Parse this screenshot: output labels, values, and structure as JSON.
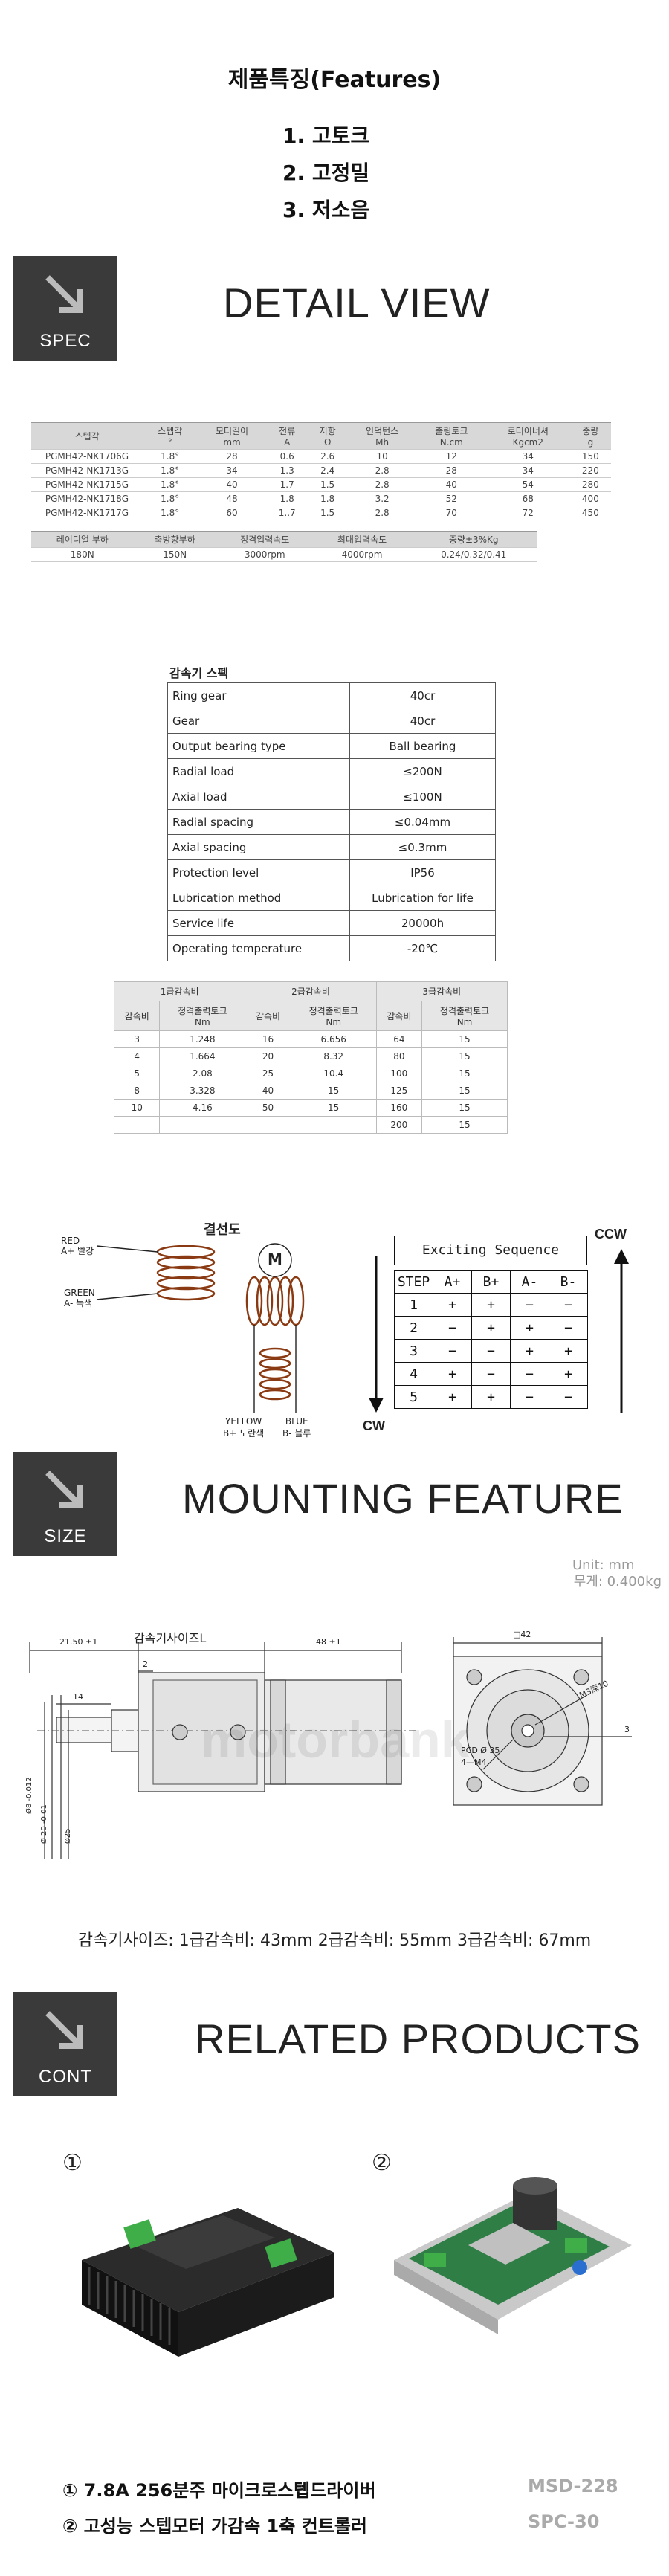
{
  "features": {
    "title": "제품특징(Features)",
    "items": [
      "1. 고토크",
      "2. 고정밀",
      "3. 저소음"
    ]
  },
  "detail": {
    "tag": "SPEC",
    "title": "DETAIL VIEW"
  },
  "spec_table": {
    "headers": [
      [
        "스텝각",
        ""
      ],
      [
        "스텝각",
        "°"
      ],
      [
        "모터길이",
        "mm"
      ],
      [
        "전류",
        "A"
      ],
      [
        "저항",
        "Ω"
      ],
      [
        "인덕턴스",
        "Mh"
      ],
      [
        "출링토크",
        "N.cm"
      ],
      [
        "로터이너셔",
        "Kgcm2"
      ],
      [
        "중량",
        "g"
      ]
    ],
    "rows": [
      [
        "PGMH42-NK1706G",
        "1.8°",
        "28",
        "0.6",
        "2.6",
        "10",
        "12",
        "34",
        "150"
      ],
      [
        "PGMH42-NK1713G",
        "1.8°",
        "34",
        "1.3",
        "2.4",
        "2.8",
        "28",
        "34",
        "220"
      ],
      [
        "PGMH42-NK1715G",
        "1.8°",
        "40",
        "1.7",
        "1.5",
        "2.8",
        "40",
        "54",
        "280"
      ],
      [
        "PGMH42-NK1718G",
        "1.8°",
        "48",
        "1.8",
        "1.8",
        "3.2",
        "52",
        "68",
        "400"
      ],
      [
        "PGMH42-NK1717G",
        "1.8°",
        "60",
        "1..7",
        "1.5",
        "2.8",
        "70",
        "72",
        "450"
      ]
    ],
    "sub_headers": [
      "레이디얼 부하",
      "축방향부하",
      "정격입력속도",
      "최대입력속도",
      "중량±3%Kg"
    ],
    "sub_values": [
      "180N",
      "150N",
      "3000rpm",
      "4000rpm",
      "0.24/0.32/0.41"
    ]
  },
  "gear_table": {
    "title": "감속기 스펙",
    "rows": [
      [
        "Ring gear",
        "40cr"
      ],
      [
        "Gear",
        "40cr"
      ],
      [
        "Output bearing type",
        "Ball bearing"
      ],
      [
        "Radial load",
        "≤200N"
      ],
      [
        "Axial load",
        "≤100N"
      ],
      [
        "Radial spacing",
        "≤0.04mm"
      ],
      [
        "Axial spacing",
        "≤0.3mm"
      ],
      [
        "Protection level",
        "IP56"
      ],
      [
        "Lubrication method",
        "Lubrication for life"
      ],
      [
        "Service life",
        "20000h"
      ],
      [
        "Operating temperature",
        "-20℃"
      ]
    ]
  },
  "ratio_table": {
    "groups": [
      "1급감속비",
      "2급감속비",
      "3급감속비"
    ],
    "sub": [
      "감속비",
      "정격출력토크\nNm"
    ],
    "rows": [
      [
        "3",
        "1.248",
        "16",
        "6.656",
        "64",
        "15"
      ],
      [
        "4",
        "1.664",
        "20",
        "8.32",
        "80",
        "15"
      ],
      [
        "5",
        "2.08",
        "25",
        "10.4",
        "100",
        "15"
      ],
      [
        "8",
        "3.328",
        "40",
        "15",
        "125",
        "15"
      ],
      [
        "10",
        "4.16",
        "50",
        "15",
        "160",
        "15"
      ],
      [
        "",
        "",
        "",
        "",
        "200",
        "15"
      ]
    ]
  },
  "wiring": {
    "title": "결선도",
    "motor_label": "M",
    "red": "RED",
    "red_sub": "A+ 빨강",
    "green": "GREEN",
    "green_sub": "A- 녹색",
    "yellow": "YELLOW",
    "yellow_sub": "B+ 노란색",
    "blue": "BLUE",
    "blue_sub": "B- 블루"
  },
  "sequence": {
    "title": "Exciting Sequence",
    "headers": [
      "STEP",
      "A+",
      "B+",
      "A-",
      "B-"
    ],
    "rows": [
      [
        "1",
        "+",
        "+",
        "−",
        "−"
      ],
      [
        "2",
        "−",
        "+",
        "+",
        "−"
      ],
      [
        "3",
        "−",
        "−",
        "+",
        "+"
      ],
      [
        "4",
        "+",
        "−",
        "−",
        "+"
      ],
      [
        "5",
        "+",
        "+",
        "−",
        "−"
      ]
    ],
    "ccw": "CCW",
    "cw": "CW"
  },
  "mounting": {
    "tag": "SIZE",
    "title": "MOUNTING FEATURE",
    "unit": "Unit: mm",
    "weight": "무게: 0.400kg",
    "dim_reducer": "감속기사이즈L",
    "dim_2150": "21.50 ±1",
    "dim_48": "48 ±1",
    "dim_2": "2",
    "dim_14": "14",
    "dim_42": "□42",
    "dim_m3": "M3深10",
    "dim_pcd": "PCD Ø 35",
    "dim_m4": "4—M4",
    "dim_3": "3",
    "dim_d1": "Ø8 -0.012",
    "dim_d2": "Ø25",
    "dim_d3": "Ø 20 -0.01",
    "watermark": "motorbank",
    "caption": "감속기사이즈: 1급감속비: 43mm 2급감속비: 55mm 3급감속비: 67mm"
  },
  "related": {
    "tag": "CONT",
    "title": "RELATED PRODUCTS",
    "p1_num": "①",
    "p2_num": "②",
    "p1_label": "① 7.8A 256분주 마이크로스텝드라이버",
    "p1_model": "MSD-228",
    "p2_label": "② 고성능 스텝모터 가감속 1축 컨트롤러",
    "p2_model": "SPC-30"
  }
}
